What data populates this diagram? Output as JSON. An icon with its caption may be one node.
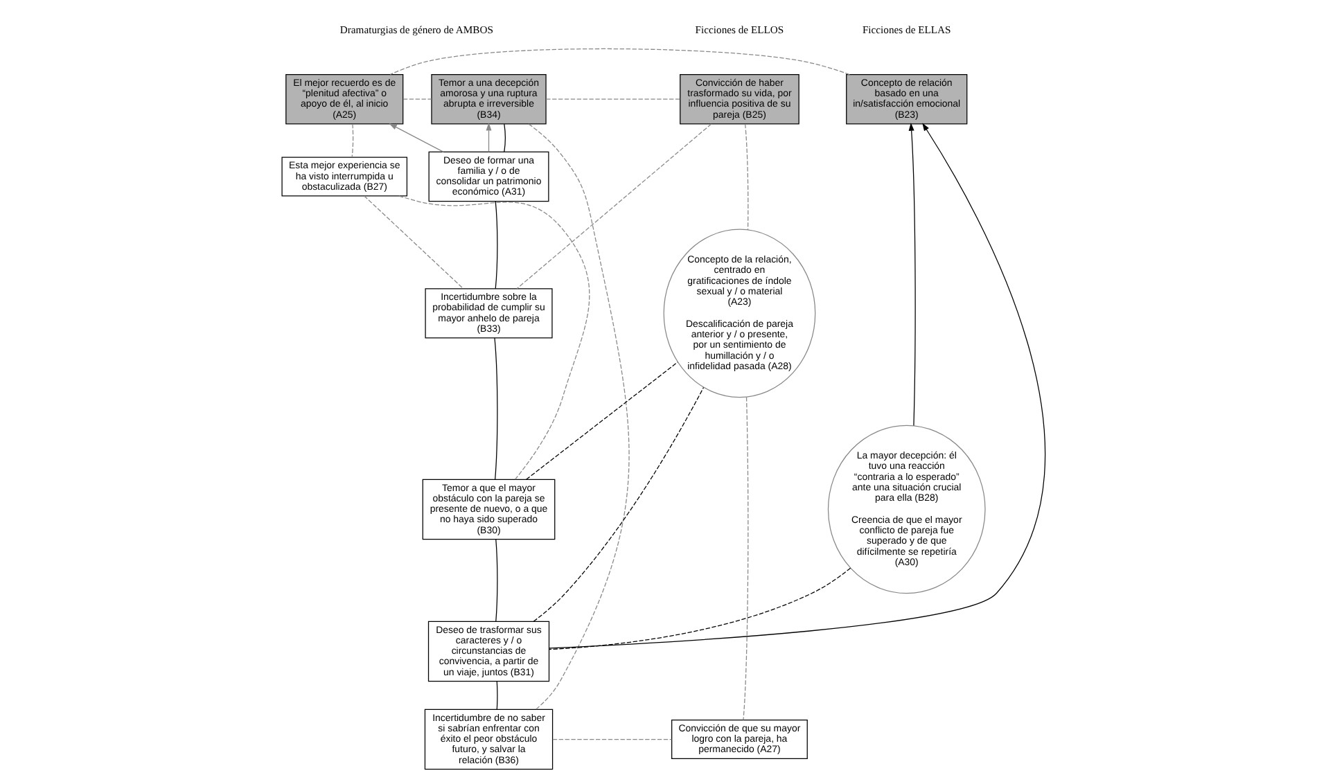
{
  "diagram": {
    "nodes": [
      {
        "text": [
          "Concepto de relación basado en una in/satisfacción emocional (B23)"
        ]
      },
      {
        "text": [
          "El mejor recuerdo es de “plenitud afectiva” o apoyo de él, al inicio (A25)"
        ]
      },
      {
        "text": [
          "Temor a una decepción amorosa y una ruptura abrupta e irreversible (B34)"
        ]
      },
      {
        "text": [
          "Convicción de haber trasformado su vida, por influencia positiva de su pareja (B25)"
        ]
      },
      {
        "text": [
          "Deseo de formar una familia y / o de consolidar un patrimonio económico (A31)"
        ]
      },
      {
        "text": [
          "Esta mejor experiencia se ha visto interrumpida u obstaculizada (B27)"
        ]
      },
      {
        "text": [
          "Incertidumbre sobre la probabilidad de cumplir su mayor anhelo de pareja (B33)"
        ]
      },
      {
        "text": [
          "Concepto de la relación, centrado en gratificaciones de índole sexual y / o material (A23)",
          "Descalificación de pareja anterior y / o presente, por un sentimiento de humillación y / o infidelidad pasada (A28)"
        ]
      },
      {
        "text": [
          "Temor a que el mayor obstáculo con la pareja se presente de nuevo, o a que no haya sido superado (B30)"
        ]
      },
      {
        "text": [
          "Deseo de trasformar sus caracteres y / o circunstancias de convivencia, a partir de un viaje, juntos (B31)"
        ]
      },
      {
        "text": [
          "La mayor decepción: él tuvo una reacción “contraria a lo esperado” ante una situación crucial para ella (B28)",
          "Creencia de que el mayor conflicto de pareja fue superado y de que difícilmente se repetiría (A30)"
        ]
      },
      {
        "text": [
          "Incertidumbre de no saber si sabrían enfrentar con éxito el peor obstáculo futuro, y salvar la relación (B36)"
        ]
      },
      {
        "text": [
          "Convicción de que su mayor logro con la pareja, ha permanecido (A27)"
        ]
      }
    ],
    "edges": [
      {
        "from": 0,
        "to": 1,
        "arrow": "none",
        "style": "dashed"
      },
      {
        "from": 1,
        "to": 2,
        "arrow": "none",
        "style": "dashed"
      },
      {
        "from": 2,
        "to": 3,
        "arrow": "none",
        "style": "dashed"
      },
      {
        "from": 4,
        "to": 2,
        "arrow": "to"
      },
      {
        "from": 4,
        "to": 1,
        "arrow": "to"
      },
      {
        "from": 2,
        "to": 4,
        "arrow": "none",
        "color": "#000000"
      },
      {
        "from": 4,
        "to": 6,
        "arrow": "none",
        "color": "#000000"
      },
      {
        "from": 6,
        "to": 8,
        "arrow": "none",
        "color": "#000000"
      },
      {
        "from": 8,
        "to": 9,
        "arrow": "none",
        "color": "#000000"
      },
      {
        "from": 9,
        "to": 11,
        "arrow": "none",
        "color": "#000000"
      },
      {
        "from": 1,
        "to": 5,
        "arrow": "none",
        "style": "dashed"
      },
      {
        "from": 5,
        "to": 6,
        "arrow": "none",
        "style": "dashed"
      },
      {
        "from": 5,
        "to": 8,
        "arrow": "none",
        "style": "dashed"
      },
      {
        "from": 10,
        "to": 0,
        "arrow": "to",
        "color": "#000000"
      },
      {
        "from": 9,
        "to": 0,
        "arrow": "to",
        "color": "#000000"
      },
      {
        "from": 10,
        "to": 9,
        "arrow": "none",
        "style": "dashed",
        "color": "#000000"
      },
      {
        "from": 8,
        "to": 7,
        "arrow": "none",
        "style": "dashed",
        "color": "#000000"
      },
      {
        "from": 9,
        "to": 7,
        "arrow": "none",
        "style": "dashed",
        "color": "#000000"
      },
      {
        "from": 3,
        "to": 7,
        "arrow": "none",
        "style": "dashed"
      },
      {
        "from": 3,
        "to": 6,
        "arrow": "none",
        "style": "dashed"
      },
      {
        "from": 2,
        "to": 11,
        "arrow": "none",
        "style": "dashed"
      },
      {
        "from": 7,
        "to": 12,
        "arrow": "none",
        "style": "dashed"
      },
      {
        "from": 11,
        "to": 12,
        "arrow": "none",
        "style": "dashed"
      }
    ],
    "labels": [
      "Ficciones de ELLAS",
      "Dramaturgias de género de AMBOS",
      "Ficciones de ELLOS"
    ]
  }
}
